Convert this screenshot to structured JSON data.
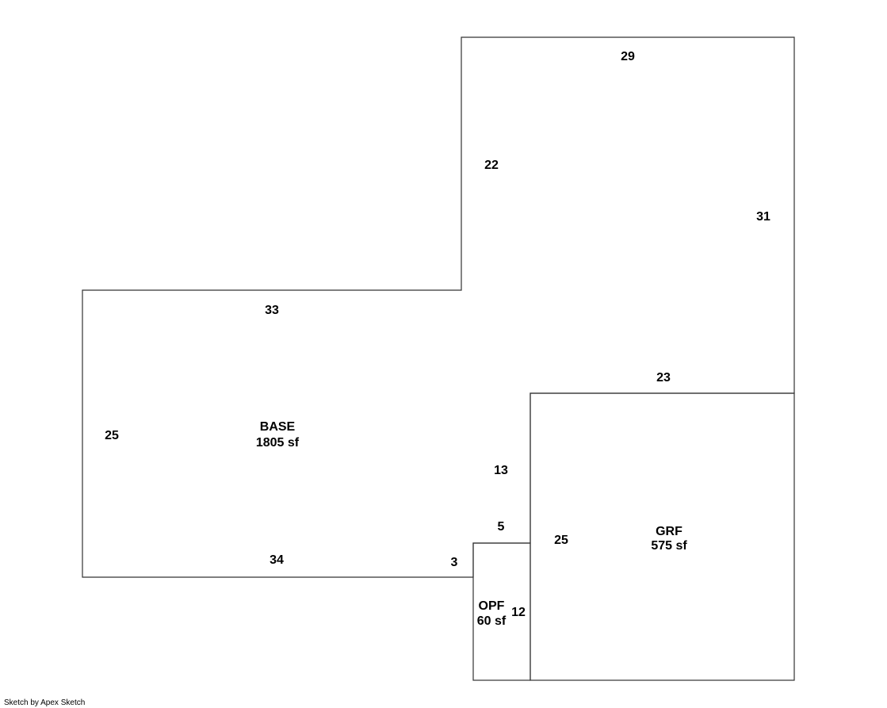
{
  "areas": {
    "base": {
      "name": "BASE",
      "size": "1805 sf"
    },
    "grf": {
      "name": "GRF",
      "size": "575 sf"
    },
    "opf": {
      "name": "OPF",
      "size": "60 sf"
    }
  },
  "dimensions": {
    "top_upper": "29",
    "left_upper": "22",
    "right_upper": "31",
    "top_left_wing": "33",
    "left_wall": "25",
    "bottom_left": "34",
    "bottom_step": "3",
    "grf_top": "23",
    "grf_left_upper": "13",
    "opf_top": "5",
    "grf_left": "25",
    "opf_right": "12"
  },
  "footer": "Sketch by Apex Sketch"
}
